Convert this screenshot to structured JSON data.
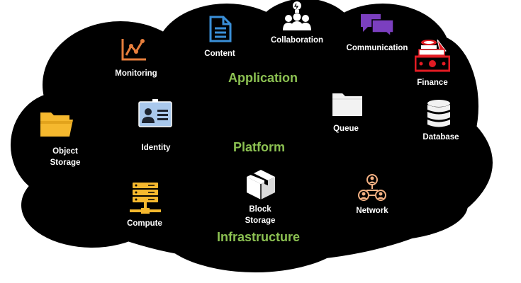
{
  "layers": {
    "application": "Application",
    "platform": "Platform",
    "infrastructure": "Infrastructure"
  },
  "services": {
    "monitoring": "Monitoring",
    "content": "Content",
    "collaboration": "Collaboration",
    "communication": "Communication",
    "finance": "Finance",
    "identity": "Identity",
    "object_storage_line1": "Object",
    "object_storage_line2": "Storage",
    "queue": "Queue",
    "database": "Database",
    "compute": "Compute",
    "block_storage_line1": "Block",
    "block_storage_line2": "Storage",
    "network": "Network"
  },
  "icons": {
    "monitoring": "line-chart-icon",
    "content": "document-icon",
    "collaboration": "team-idea-icon",
    "communication": "chat-bubbles-icon",
    "finance": "money-icon",
    "identity": "id-card-icon",
    "object_storage": "folder-icon",
    "queue": "folder-icon",
    "database": "database-icon",
    "compute": "server-icon",
    "block_storage": "box-icon",
    "network": "network-icon"
  },
  "colors": {
    "cloud": "#000000",
    "layer_text": "#8cc152",
    "label_text": "#ffffff",
    "monitoring": "#e67e3c",
    "content": "#3a8fd8",
    "communication": "#7b3fbf",
    "finance": "#e31b23",
    "identity_bg": "#a9c8ec",
    "object_storage": "#f5b82e",
    "queue": "#f2f2f2",
    "database": "#f2f2f2",
    "compute": "#f5b82e",
    "network": "#f4b183"
  }
}
